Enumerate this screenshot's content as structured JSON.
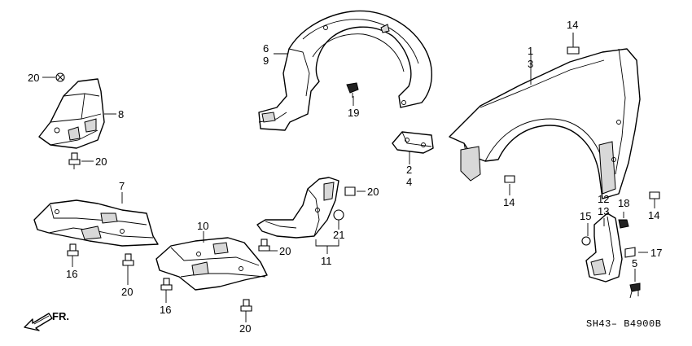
{
  "diagram_code": "SH43– B4900B",
  "direction_label": "FR.",
  "callouts": [
    {
      "id": "20a",
      "text": "20"
    },
    {
      "id": "8",
      "text": "8"
    },
    {
      "id": "20b",
      "text": "20"
    },
    {
      "id": "6",
      "text": "6"
    },
    {
      "id": "9",
      "text": "9"
    },
    {
      "id": "19",
      "text": "19"
    },
    {
      "id": "1",
      "text": "1"
    },
    {
      "id": "3",
      "text": "3"
    },
    {
      "id": "14a",
      "text": "14"
    },
    {
      "id": "2",
      "text": "2"
    },
    {
      "id": "4",
      "text": "4"
    },
    {
      "id": "14b",
      "text": "14"
    },
    {
      "id": "7",
      "text": "7"
    },
    {
      "id": "16a",
      "text": "16"
    },
    {
      "id": "20c",
      "text": "20"
    },
    {
      "id": "10",
      "text": "10"
    },
    {
      "id": "16b",
      "text": "16"
    },
    {
      "id": "20d",
      "text": "20"
    },
    {
      "id": "20e",
      "text": "20"
    },
    {
      "id": "21",
      "text": "21"
    },
    {
      "id": "20f",
      "text": "20"
    },
    {
      "id": "11",
      "text": "11"
    },
    {
      "id": "12",
      "text": "12"
    },
    {
      "id": "13",
      "text": "13"
    },
    {
      "id": "18",
      "text": "18"
    },
    {
      "id": "15",
      "text": "15"
    },
    {
      "id": "17",
      "text": "17"
    },
    {
      "id": "5",
      "text": "5"
    },
    {
      "id": "14c",
      "text": "14"
    }
  ]
}
